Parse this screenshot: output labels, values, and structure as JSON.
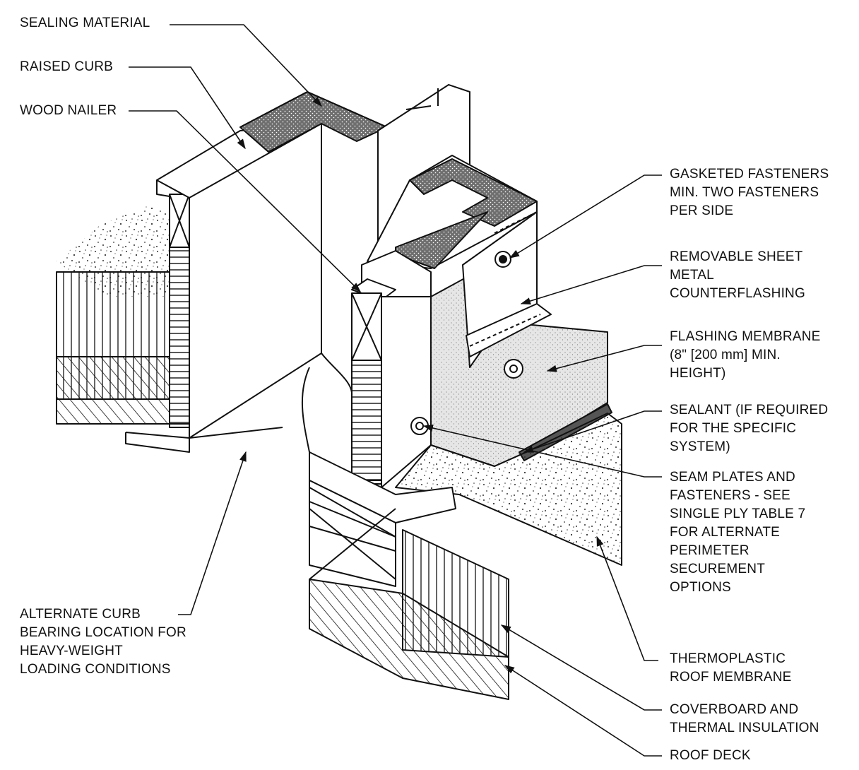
{
  "labels": {
    "sealing_material": "SEALING MATERIAL",
    "raised_curb": "RAISED CURB",
    "wood_nailer": "WOOD NAILER",
    "gasketed_fasteners": "GASKETED FASTENERS\nMIN. TWO FASTENERS\nPER SIDE",
    "counterflashing": "REMOVABLE SHEET\nMETAL\nCOUNTERFLASHING",
    "flashing_membrane": "FLASHING MEMBRANE\n(8\" [200 mm] MIN.\nHEIGHT)",
    "sealant": "SEALANT (IF REQUIRED\nFOR THE SPECIFIC\nSYSTEM)",
    "seam_plates": "SEAM PLATES AND\nFASTENERS - SEE\nSINGLE PLY TABLE 7\nFOR ALTERNATE\nPERIMETER\nSECUREMENT\nOPTIONS",
    "alternate_curb": "ALTERNATE CURB\nBEARING LOCATION FOR\nHEAVY-WEIGHT\nLOADING CONDITIONS",
    "thermoplastic_membrane": "THERMOPLASTIC\nROOF MEMBRANE",
    "coverboard": "COVERBOARD AND\nTHERMAL INSULATION",
    "roof_deck": "ROOF DECK"
  },
  "colors": {
    "ink": "#111111",
    "paper": "#ffffff",
    "sealing_fill": "#6e6e6e",
    "speckle": "#333333",
    "membrane_tint": "#e6e6e6"
  }
}
